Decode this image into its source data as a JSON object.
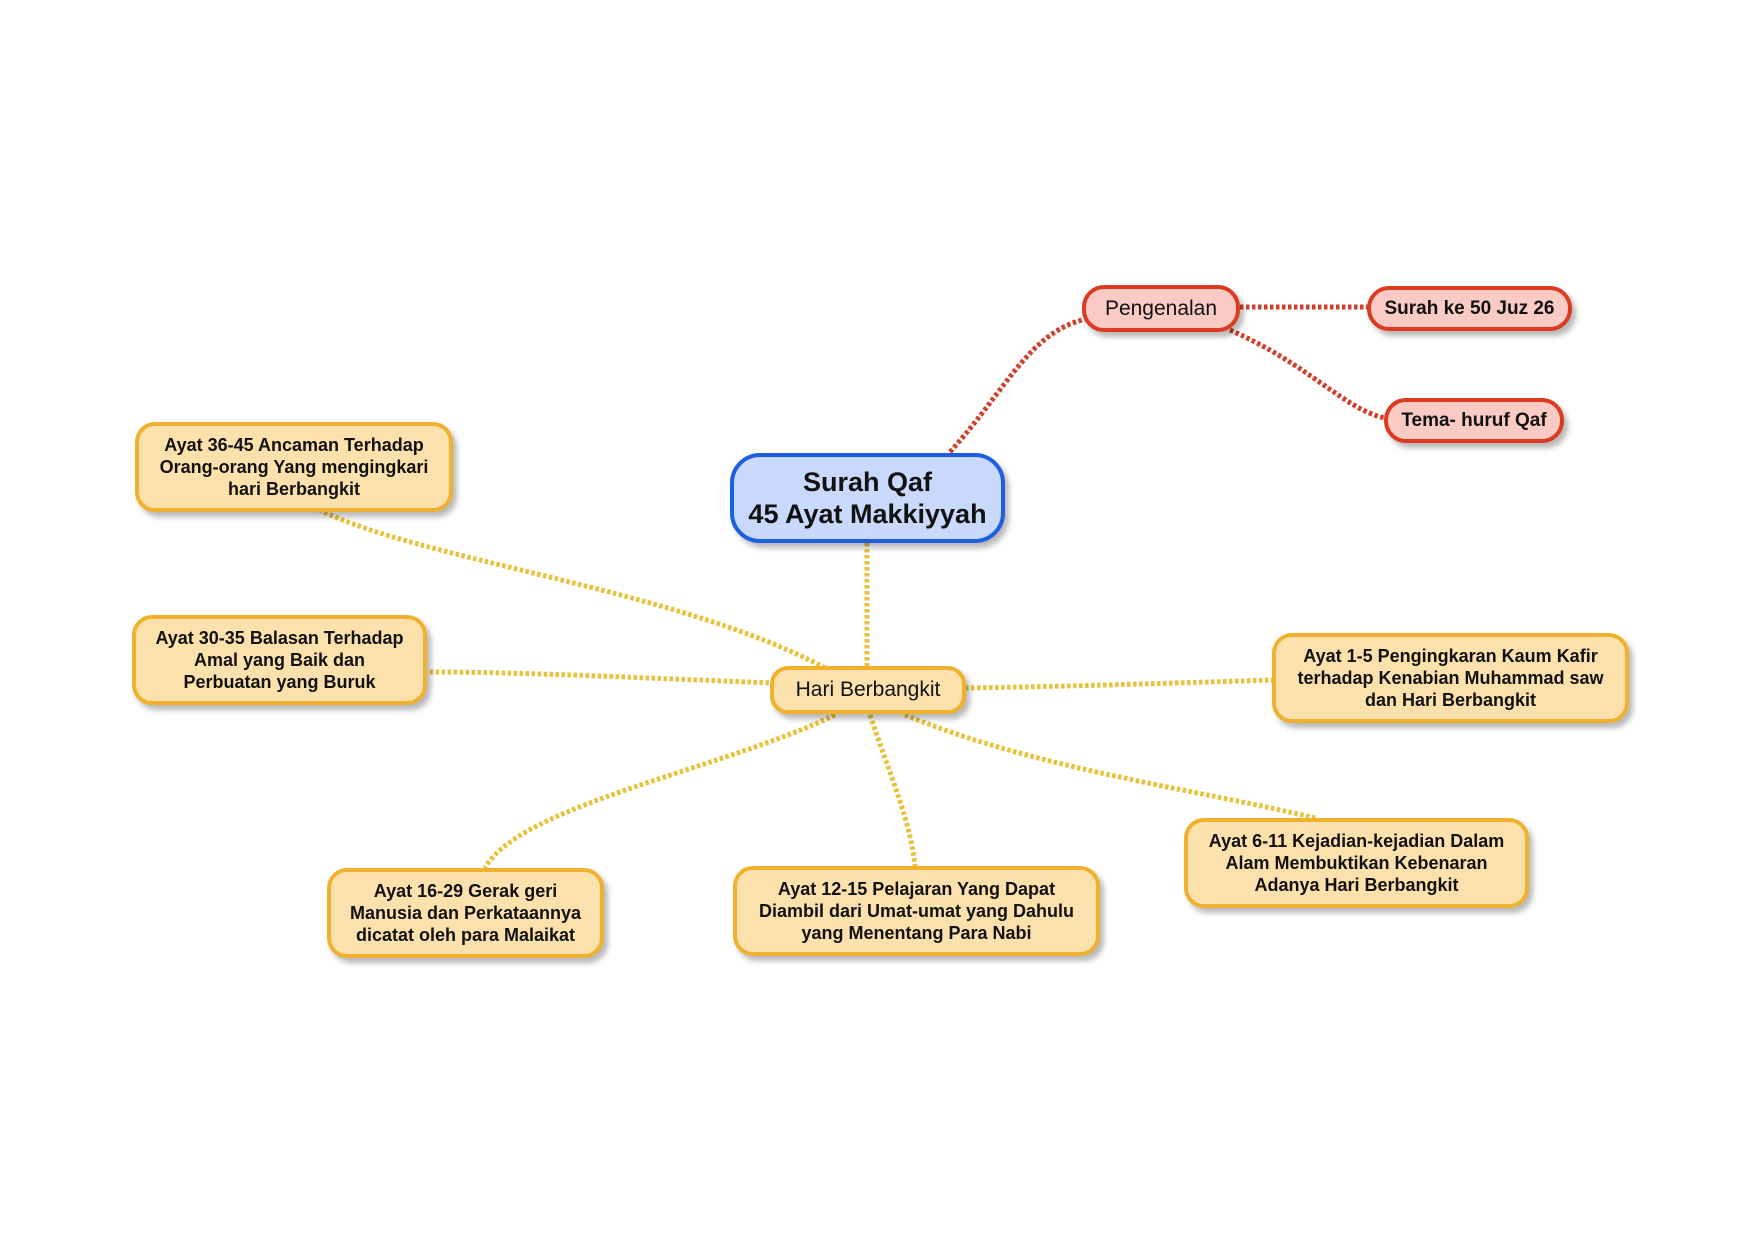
{
  "root": {
    "line1": "Surah Qaf",
    "line2": "45 Ayat Makkiyyah"
  },
  "pengenalan": {
    "label": "Pengenalan",
    "children": [
      "Surah ke 50 Juz 26",
      "Tema- huruf Qaf"
    ]
  },
  "hub": {
    "label": "Hari Berbangkit"
  },
  "topics": [
    "Ayat 36-45 Ancaman Terhadap\nOrang-orang Yang mengingkari\nhari Berbangkit",
    "Ayat 30-35 Balasan Terhadap\nAmal yang Baik dan\nPerbuatan yang Buruk",
    "Ayat 1-5 Pengingkaran Kaum Kafir\nterhadap Kenabian Muhammad saw\ndan Hari Berbangkit",
    "Ayat 16-29 Gerak geri\nManusia dan Perkataannya\ndicatat oleh para Malaikat",
    "Ayat 12-15 Pelajaran Yang Dapat\nDiambil dari Umat-umat yang Dahulu\nyang Menentang Para Nabi",
    "Ayat 6-11 Kejadian-kejadian Dalam\nAlam Membuktikan Kebenaran\nAdanya Hari Berbangkit"
  ],
  "colors": {
    "root_fill": "#c9d9fb",
    "root_border": "#1d5fe0",
    "intro_fill": "#f9cbc4",
    "intro_border": "#dc3b22",
    "topic_fill": "#fde1ad",
    "topic_border": "#f0b22e",
    "red_link": "#d0402a",
    "yellow_link": "#e9c23a"
  }
}
